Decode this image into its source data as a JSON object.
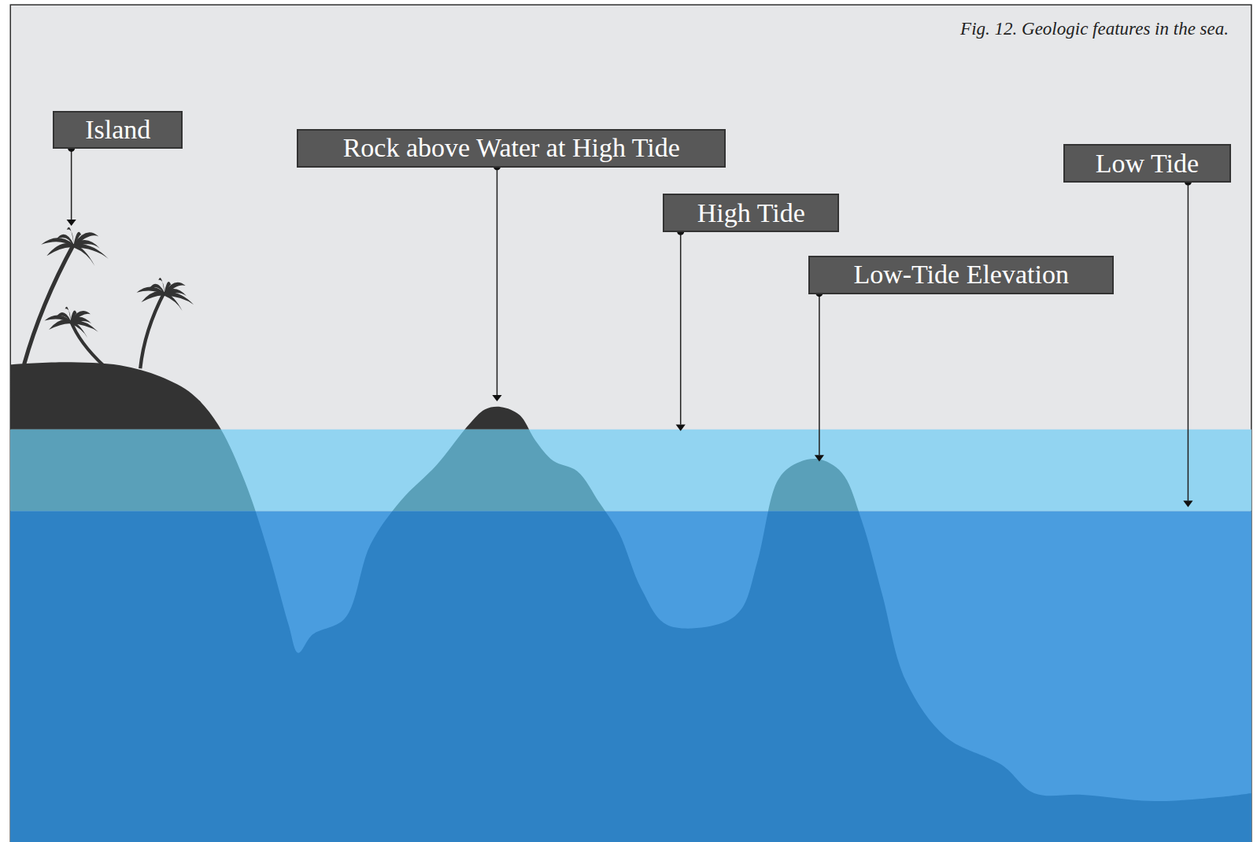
{
  "diagram": {
    "caption": "Fig. 12. Geologic features in the sea.",
    "nodes": [
      {
        "text": [
          "Island"
        ]
      },
      {
        "text": [
          "Rock above Water at High Tide"
        ]
      },
      {
        "text": [
          "Low Tide"
        ]
      },
      {
        "text": [
          "High Tide"
        ]
      },
      {
        "text": [
          "Low-Tide Elevation"
        ]
      }
    ]
  }
}
